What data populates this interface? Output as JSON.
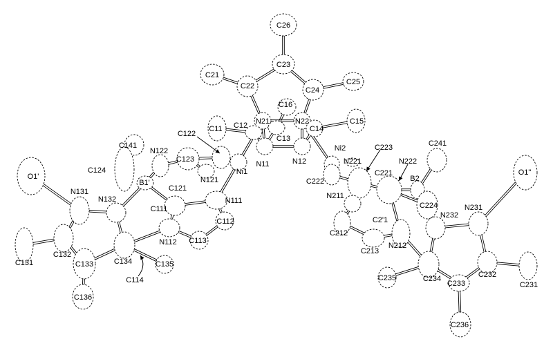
{
  "figure": {
    "type": "ORTEP crystal structure diagram",
    "atoms": [
      "C26",
      "C23",
      "C21",
      "C22",
      "C24",
      "C25",
      "C16",
      "N21",
      "N22",
      "C13",
      "C14",
      "C15",
      "C12",
      "C11",
      "N11",
      "N12",
      "Ni1",
      "Ni2",
      "C122",
      "C123",
      "N122",
      "N121",
      "C141",
      "C124",
      "B1'",
      "C121",
      "C111",
      "N111",
      "C112",
      "C113",
      "N112",
      "C134",
      "C135",
      "C133",
      "C132",
      "N131",
      "N132",
      "O1'",
      "C131",
      "C136",
      "C114",
      "C222",
      "N221",
      "C223",
      "C221",
      "N222",
      "B2",
      "C241",
      "C224",
      "N232",
      "N231",
      "O1\"",
      "C232",
      "C231",
      "C233",
      "C234",
      "C235",
      "C236",
      "N212",
      "C2'1",
      "N211",
      "C212",
      "C213"
    ]
  }
}
